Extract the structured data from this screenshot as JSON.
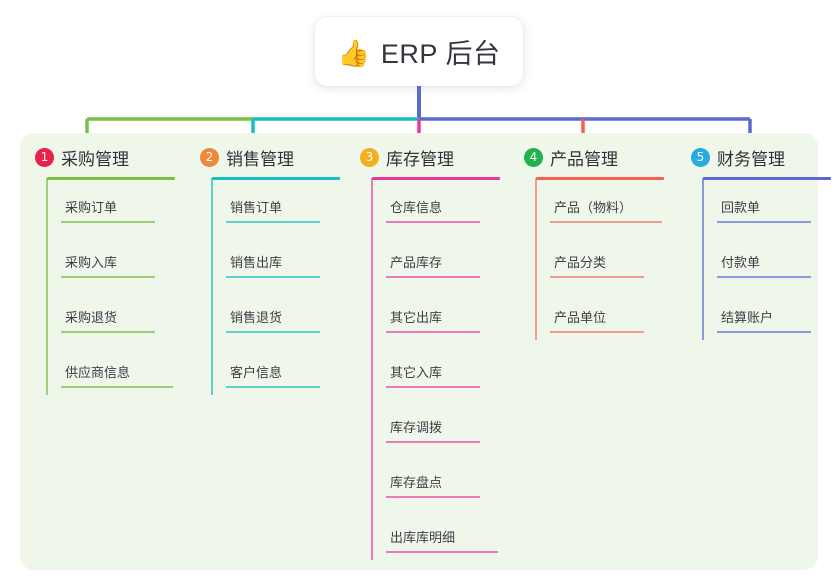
{
  "root": {
    "icon": "thumbs-up-icon",
    "emoji": "👍",
    "title": "ERP 后台"
  },
  "palette": {
    "panel_bg": "#eef7e9",
    "page_bg": "#ffffff",
    "text": "#3c4046",
    "stem": "#5b6ad0"
  },
  "columns": [
    {
      "index": "1",
      "title": "采购管理",
      "badge_color": "#e8234a",
      "rule_color": "#7ac143",
      "line_color": "#7ac143",
      "leaf_color": "#9ccf7a",
      "items": [
        "采购订单",
        "采购入库",
        "采购退货",
        "供应商信息"
      ]
    },
    {
      "index": "2",
      "title": "销售管理",
      "badge_color": "#f0883a",
      "rule_color": "#17bfc4",
      "line_color": "#17bfc4",
      "leaf_color": "#5fd0cf",
      "items": [
        "销售订单",
        "销售出库",
        "销售退货",
        "客户信息"
      ]
    },
    {
      "index": "3",
      "title": "库存管理",
      "badge_color": "#f2b01e",
      "rule_color": "#e8399b",
      "line_color": "#e8399b",
      "leaf_color": "#eb7ab5",
      "items": [
        "仓库信息",
        "产品库存",
        "其它出库",
        "其它入库",
        "库存调拨",
        "库存盘点",
        "出库库明细"
      ]
    },
    {
      "index": "4",
      "title": "产品管理",
      "badge_color": "#22b14c",
      "rule_color": "#f4624f",
      "line_color": "#f4624f",
      "leaf_color": "#f79a8e",
      "items": [
        "产品（物料）",
        "产品分类",
        "产品单位"
      ]
    },
    {
      "index": "5",
      "title": "财务管理",
      "badge_color": "#29abe2",
      "rule_color": "#5b6ad0",
      "line_color": "#5b6ad0",
      "leaf_color": "#8d9ae0",
      "items": [
        "回款单",
        "付款单",
        "结算账户"
      ]
    }
  ],
  "connector": {
    "bar_segments": [
      {
        "from": "col1",
        "to": "col2",
        "color": "#7ac143"
      },
      {
        "from": "col2",
        "to": "col3",
        "color": "#17bfc4"
      },
      {
        "from": "col3",
        "to": "col5",
        "color": "#5b6ad0"
      }
    ],
    "drops": [
      {
        "column": "1",
        "color": "#7ac143"
      },
      {
        "column": "2",
        "color": "#17bfc4"
      },
      {
        "column": "3",
        "color": "#e8399b"
      },
      {
        "column": "4",
        "color": "#f4624f"
      },
      {
        "column": "5",
        "color": "#5b6ad0"
      }
    ]
  }
}
